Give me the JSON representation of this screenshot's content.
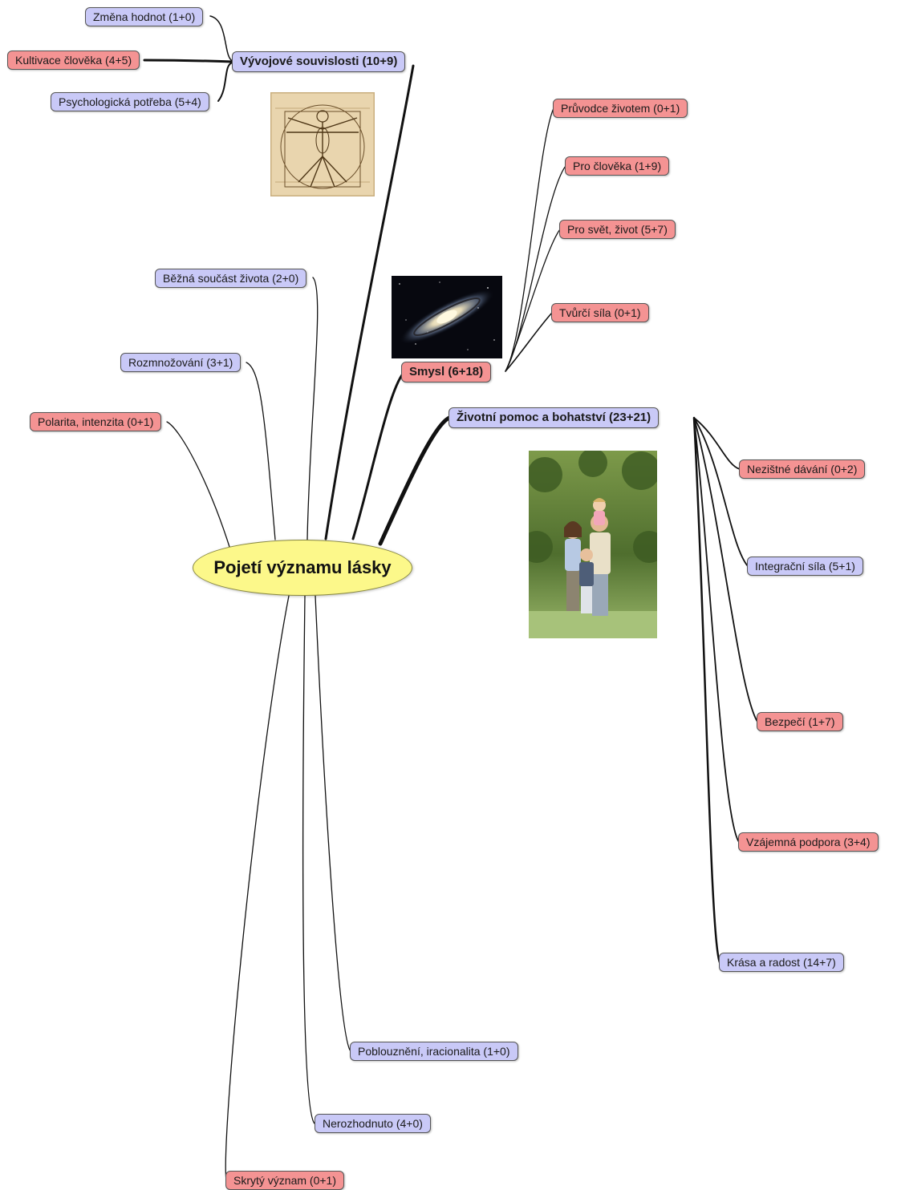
{
  "root": {
    "label": "Pojetí významu lásky"
  },
  "branches": {
    "vyvojove": {
      "label": "Vývojové souvislosti (10+9)",
      "children": [
        "Změna hodnot (1+0)",
        "Kultivace člověka (4+5)",
        "Psychologická potřeba (5+4)"
      ]
    },
    "smysl": {
      "label": "Smysl (6+18)",
      "children": [
        "Průvodce životem (0+1)",
        "Pro člověka (1+9)",
        "Pro svět, život (5+7)",
        "Tvůrčí síla (0+1)"
      ]
    },
    "zivotni": {
      "label": "Životní pomoc a bohatství (23+21)",
      "children": [
        "Nezištné dávání (0+2)",
        "Integrační síla (5+1)",
        "Bezpečí (1+7)",
        "Vzájemná podpora (3+4)",
        "Krása a radost (14+7)"
      ]
    }
  },
  "root_children": [
    "Běžná součást života (2+0)",
    "Rozmnožování (3+1)",
    "Polarita, intenzita (0+1)",
    "Poblouznění, iracionalita (1+0)",
    "Nerozhodnuto (4+0)",
    "Skrytý význam (0+1)"
  ],
  "images": [
    "vitruvian-man-sketch",
    "galaxy-photo",
    "family-photo"
  ],
  "colors": {
    "blue_node": "#c9c9f7",
    "red_node": "#f49393",
    "root_fill": "#fcf88a",
    "line": "#111111"
  }
}
